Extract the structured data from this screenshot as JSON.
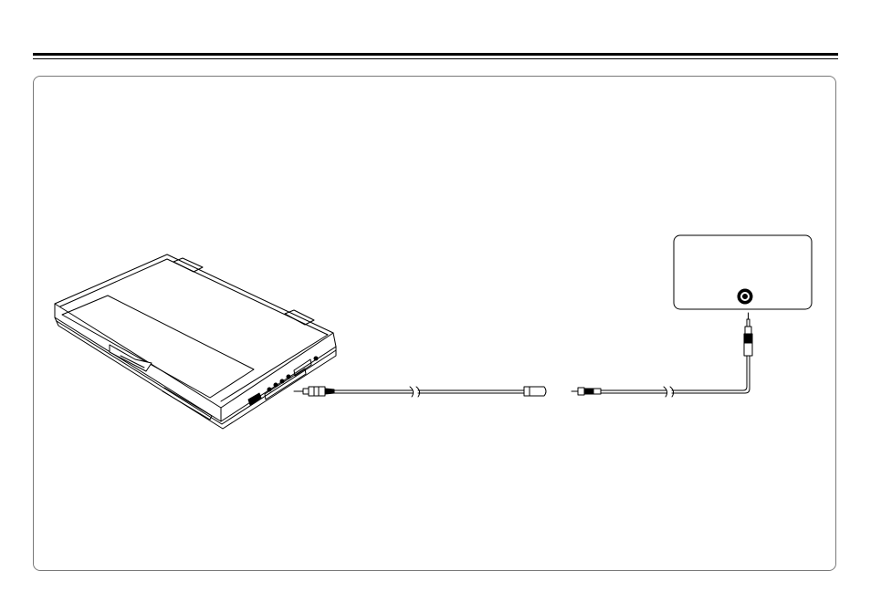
{
  "figure": {
    "components": [
      {
        "name": "laptop",
        "icon": "laptop-icon"
      },
      {
        "name": "mini-jack-cable",
        "icon": "mini-jack-plug-icon"
      },
      {
        "name": "rca-cable",
        "icon": "rca-plug-icon"
      },
      {
        "name": "external-device",
        "icon": "rca-jack-icon"
      }
    ],
    "line_color": "#000000",
    "frame_color": "#7a7a7a"
  }
}
